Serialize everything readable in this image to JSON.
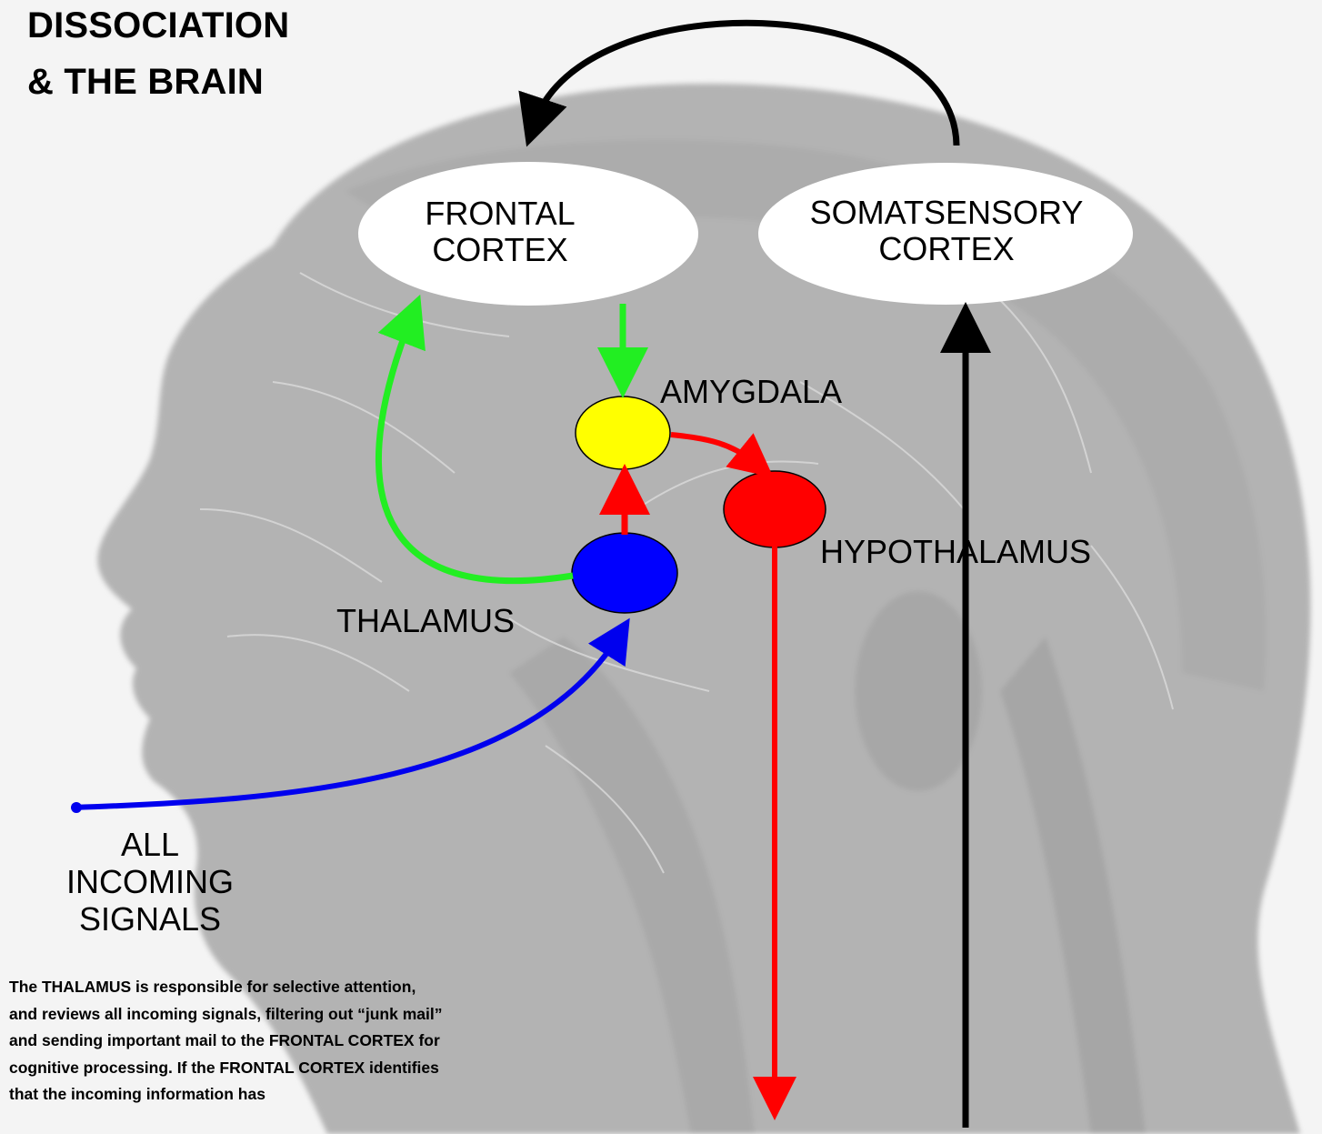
{
  "title": {
    "line1": "DISSOCIATION",
    "line2": "& THE BRAIN"
  },
  "nodes": {
    "frontal_cortex": {
      "line1": "FRONTAL",
      "line2": "CORTEX",
      "color": "#ffffff"
    },
    "somatosensory_cortex": {
      "line1": "SOMATSENSORY",
      "line2": "CORTEX",
      "color": "#ffffff"
    },
    "amygdala": {
      "label": "AMYGDALA",
      "color": "#ffff00"
    },
    "hypothalamus": {
      "label": "HYPOTHALAMUS",
      "color": "#ff0000"
    },
    "thalamus": {
      "label": "THALAMUS",
      "color": "#0000ff"
    }
  },
  "incoming": {
    "line1": "ALL",
    "line2": "INCOMING",
    "line3": "SIGNALS"
  },
  "arrow_colors": {
    "green": "#22ee22",
    "red": "#ff0000",
    "blue": "#0000ee",
    "black": "#000000"
  },
  "description": "The THALAMUS is responsible for selective attention, and reviews all incoming signals, filtering out “junk mail” and sending important mail to the FRONTAL CORTEX for cognitive processing. If the FRONTAL CORTEX identifies that the incoming information has"
}
